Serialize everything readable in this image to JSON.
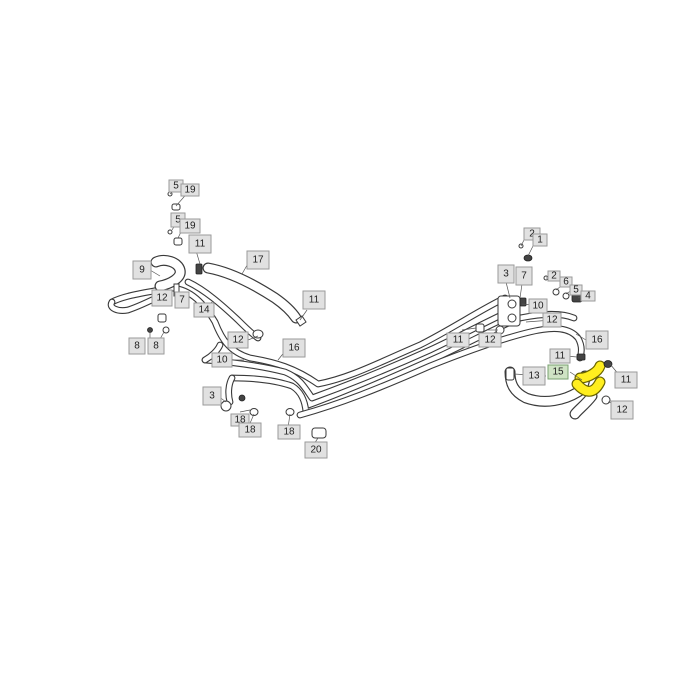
{
  "diagram": {
    "highlight_color": "#ffee1f",
    "selected_callout": "15",
    "callouts": [
      {
        "id": "c-5a",
        "label": "5"
      },
      {
        "id": "c-19a",
        "label": "19"
      },
      {
        "id": "c-5b",
        "label": "5"
      },
      {
        "id": "c-19b",
        "label": "19"
      },
      {
        "id": "c-11a",
        "label": "11"
      },
      {
        "id": "c-17",
        "label": "17"
      },
      {
        "id": "c-9",
        "label": "9"
      },
      {
        "id": "c-12a",
        "label": "12"
      },
      {
        "id": "c-7a",
        "label": "7"
      },
      {
        "id": "c-14",
        "label": "14"
      },
      {
        "id": "c-11b",
        "label": "11"
      },
      {
        "id": "c-8a",
        "label": "8"
      },
      {
        "id": "c-8b",
        "label": "8"
      },
      {
        "id": "c-12b",
        "label": "12"
      },
      {
        "id": "c-10a",
        "label": "10"
      },
      {
        "id": "c-16a",
        "label": "16"
      },
      {
        "id": "c-3a",
        "label": "3"
      },
      {
        "id": "c-18a",
        "label": "18"
      },
      {
        "id": "c-18b",
        "label": "18"
      },
      {
        "id": "c-18c",
        "label": "18"
      },
      {
        "id": "c-20",
        "label": "20"
      },
      {
        "id": "c-2a",
        "label": "2"
      },
      {
        "id": "c-1",
        "label": "1"
      },
      {
        "id": "c-3b",
        "label": "3"
      },
      {
        "id": "c-7b",
        "label": "7"
      },
      {
        "id": "c-2b",
        "label": "2"
      },
      {
        "id": "c-6",
        "label": "6"
      },
      {
        "id": "c-5c",
        "label": "5"
      },
      {
        "id": "c-4",
        "label": "4"
      },
      {
        "id": "c-10b",
        "label": "10"
      },
      {
        "id": "c-12c",
        "label": "12"
      },
      {
        "id": "c-11c",
        "label": "11"
      },
      {
        "id": "c-12d",
        "label": "12"
      },
      {
        "id": "c-16b",
        "label": "16"
      },
      {
        "id": "c-11d",
        "label": "11"
      },
      {
        "id": "c-13",
        "label": "13"
      },
      {
        "id": "c-15",
        "label": "15"
      },
      {
        "id": "c-11e",
        "label": "11"
      },
      {
        "id": "c-12e",
        "label": "12"
      }
    ]
  }
}
